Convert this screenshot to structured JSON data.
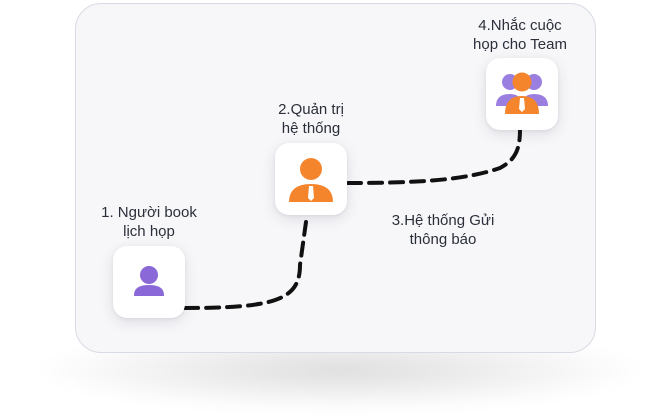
{
  "steps": [
    {
      "id": "booker",
      "label_lines": [
        "1. Người book",
        "lịch họp"
      ],
      "icon": "single-user-icon",
      "color": "#8b68d8"
    },
    {
      "id": "admin",
      "label_lines": [
        "2.Quản trị",
        "hệ thống"
      ],
      "icon": "user-tie-icon",
      "color": "#f5852d"
    },
    {
      "id": "notify",
      "label_lines": [
        "3.Hệ thống Gửi",
        "thông báo"
      ]
    },
    {
      "id": "team",
      "label_lines": [
        "4.Nhắc cuộc",
        "họp cho Team"
      ],
      "icon": "team-icon",
      "color": "#f5852d"
    }
  ],
  "colors": {
    "panel_bg": "#f7f7f9",
    "panel_border": "#d7dbe3",
    "connector": "#111111",
    "purple": "#8b68d8",
    "orange": "#f5852d",
    "text": "#2b2f3a"
  }
}
